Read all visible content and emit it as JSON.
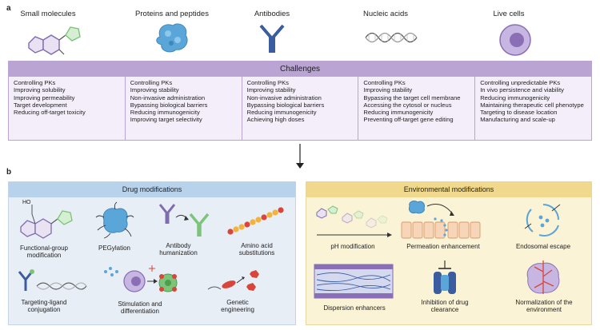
{
  "panel_a": {
    "letter": "a",
    "categories": [
      {
        "title": "Small molecules",
        "icon": "small-molecule-icon"
      },
      {
        "title": "Proteins and peptides",
        "icon": "protein-icon"
      },
      {
        "title": "Antibodies",
        "icon": "antibody-icon"
      },
      {
        "title": "Nucleic acids",
        "icon": "dna-icon"
      },
      {
        "title": "Live cells",
        "icon": "cell-icon"
      }
    ],
    "challenges_title": "Challenges",
    "columns": [
      [
        "Controlling PKs",
        "Improving solubility",
        "Improving permeability",
        "Target development",
        "Reducing off-target toxicity"
      ],
      [
        "Controlling PKs",
        "Improving stability",
        "Non-invasive administration",
        "Bypassing biological barriers",
        "Reducing immunogenicity",
        "Improving target selectivity"
      ],
      [
        "Controlling PKs",
        "Improving stability",
        "Non-invasive administration",
        "Bypassing biological barriers",
        "Reducing immunogenicity",
        "Achieving high doses"
      ],
      [
        "Controlling PKs",
        "Improving stability",
        "Bypassing the target cell membrane",
        "Accessing the cytosol or nucleus",
        "Reducing immunogenicity",
        "Preventing off-target gene editing"
      ],
      [
        "Controlling unpredictable PKs",
        "In vivo persistence and viability",
        "Reducing immunogenicity",
        "Maintaining therapeutic cell phenotype",
        "Targeting to disease location",
        "Manufacturing and scale-up"
      ]
    ]
  },
  "panel_b": {
    "letter": "b",
    "drug_title": "Drug modifications",
    "env_title": "Environmental modifications",
    "ho_label": "HO",
    "drug_items": [
      "Functional-group\nmodification",
      "PEGylation",
      "Antibody\nhumanization",
      "Amino acid\nsubstitutions",
      "Targeting-ligand\nconjugation",
      "Stimulation and\ndifferentiation",
      "Genetic\nengineering"
    ],
    "env_items": [
      "pH modification",
      "Permeation enhancement",
      "Endosomal escape",
      "Dispersion enhancers",
      "Inhibition of drug\nclearance",
      "Normalization of the\nenvironment"
    ]
  },
  "colors": {
    "challenge_header": "#b9a4d4",
    "drug_header": "#b8d2ec",
    "env_header": "#f0d98c",
    "molecule_green": "#7cc47a",
    "molecule_purple": "#7f6bb0",
    "antibody_blue": "#3b5c9e",
    "protein_blue": "#5aa6d8",
    "cell_purple": "#8a6fb6",
    "red": "#d9453a"
  }
}
